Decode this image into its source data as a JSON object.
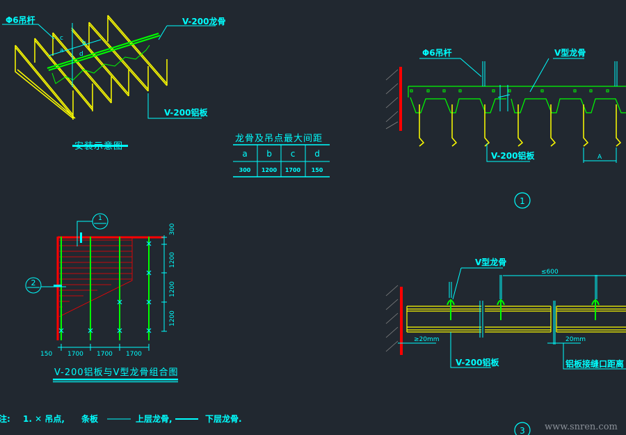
{
  "install_view": {
    "title": "安装示意图",
    "label_rod": "Φ6吊杆",
    "label_keel": "V-200龙骨",
    "label_panel": "V-200铝板",
    "dim_letters": [
      "a",
      "b",
      "c",
      "d"
    ]
  },
  "spacing_table": {
    "title": "龙骨及吊点最大间距",
    "headers": [
      "a",
      "b",
      "c",
      "d"
    ],
    "values": [
      "300",
      "1200",
      "1700",
      "150"
    ]
  },
  "section_1": {
    "label_rod": "Φ6吊杆",
    "label_keel": "V型龙骨",
    "label_panel": "V-200铝板",
    "dim_label": "A",
    "marker": "1"
  },
  "combo_plan": {
    "title": "V-200铝板与V型龙骨组合图",
    "marker_1": "1",
    "marker_2": "2",
    "dims_vertical": [
      "300",
      "1200",
      "1200",
      "1200"
    ],
    "dims_horizontal": [
      "150",
      "1700",
      "1700",
      "1700"
    ]
  },
  "section_3": {
    "label_keel": "V型龙骨",
    "dim_top": "≤600",
    "dim_left": "≥20mm",
    "dim_joint": "20mm",
    "label_panel": "V-200铝板",
    "label_joint": "铝板接缝口距离",
    "marker": "3"
  },
  "notes": {
    "prefix": "注:",
    "item_1": "1. ✕ 吊点,",
    "strip": "条板",
    "upper": "上层龙骨,",
    "lower": "下层龙骨."
  },
  "watermark": "www.snren.com",
  "colors": {
    "background": "#212830",
    "cyan": "#00ffff",
    "green": "#00ff00",
    "yellow": "#ffff00",
    "red": "#ff0000"
  }
}
